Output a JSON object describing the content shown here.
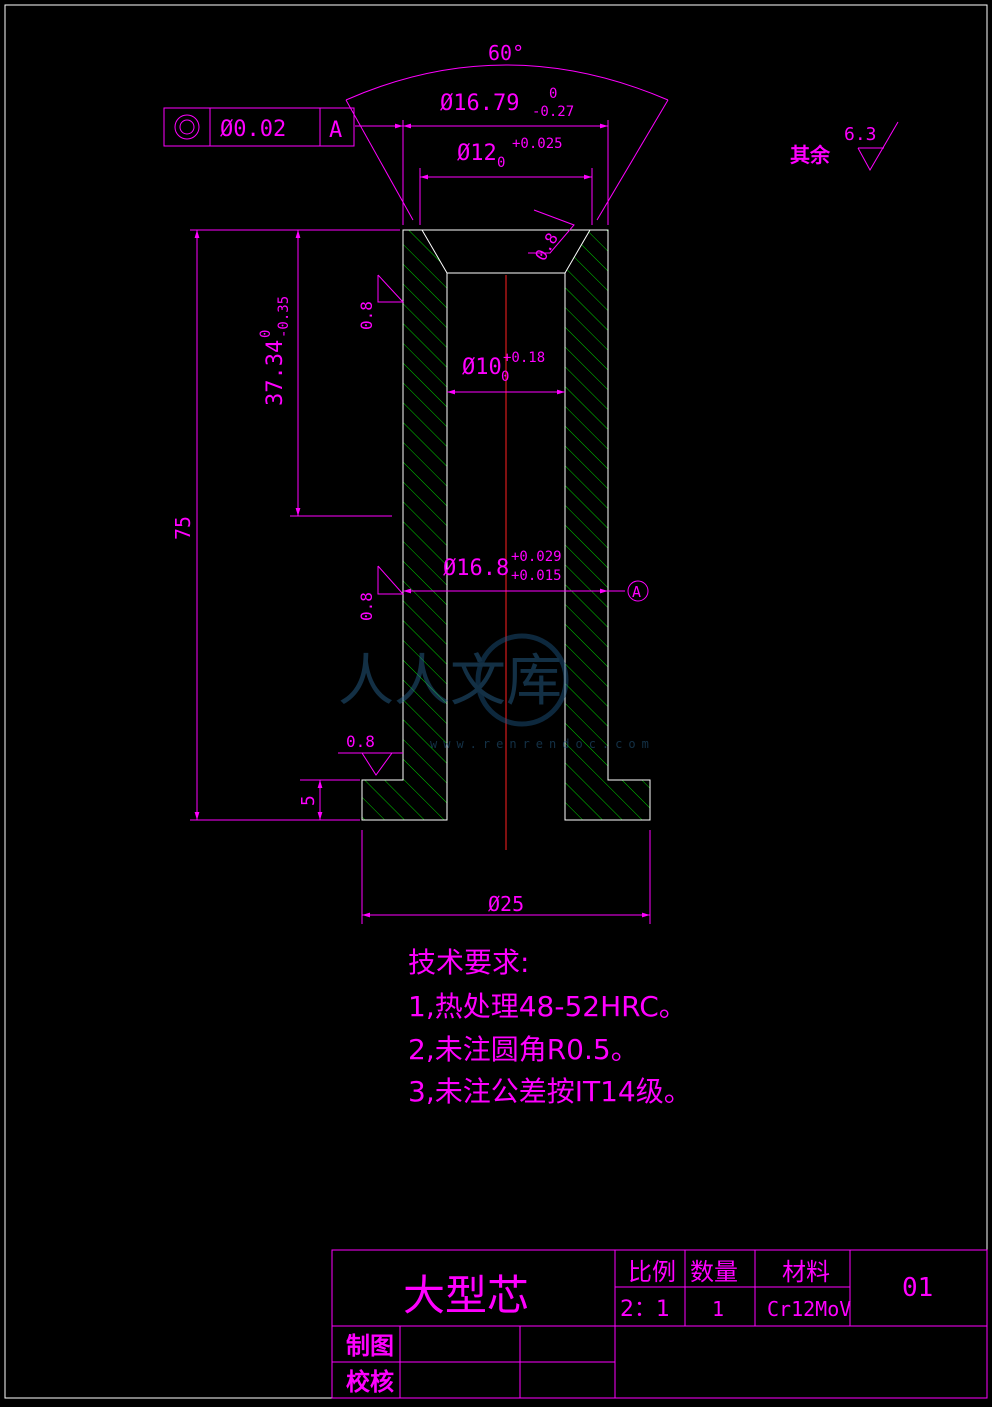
{
  "part": {
    "name": "大型芯",
    "drawing_no": "01",
    "scale_header": "比例",
    "scale": "2：1",
    "qty_header": "数量",
    "qty": "1",
    "material_header": "材料",
    "material": "Cr12MoV",
    "drawn_by_label": "制图",
    "checked_by_label": "校核"
  },
  "dimensions": {
    "angle": "60°",
    "d1679": "Ø16.79",
    "d1679_up": "0",
    "d1679_lo": "-0.27",
    "d12": "Ø12",
    "d12_up": "+0.025",
    "d12_lo": "0",
    "d10": "Ø10",
    "d10_up": "+0.18",
    "d10_lo": "0",
    "d168": "Ø16.8",
    "d168_up": "+0.029",
    "d168_lo": "+0.015",
    "d25": "Ø25",
    "h75": "75",
    "h3734": "37.34",
    "h3734_up": "0",
    "h3734_lo": "-0.35",
    "h5": "5"
  },
  "tolerance_frame": {
    "value": "Ø0.02",
    "datum": "A"
  },
  "datum_label": "A",
  "surface_finish": {
    "rest_label": "其余",
    "rest_value": "6.3",
    "local_value": "0.8"
  },
  "requirements": {
    "title": "技术要求:",
    "items": [
      "1,热处理48-52HRC。",
      "2,未注圆角R0.5。",
      "3,未注公差按IT14级。"
    ]
  },
  "watermark": {
    "text": "人人文库",
    "url": "www.renrendoc.com"
  },
  "colors": {
    "background": "#000000",
    "dimension": "#ff00ff",
    "outline": "#ffffff",
    "hatch": "#00cc00",
    "centerline": "#ff2020"
  }
}
